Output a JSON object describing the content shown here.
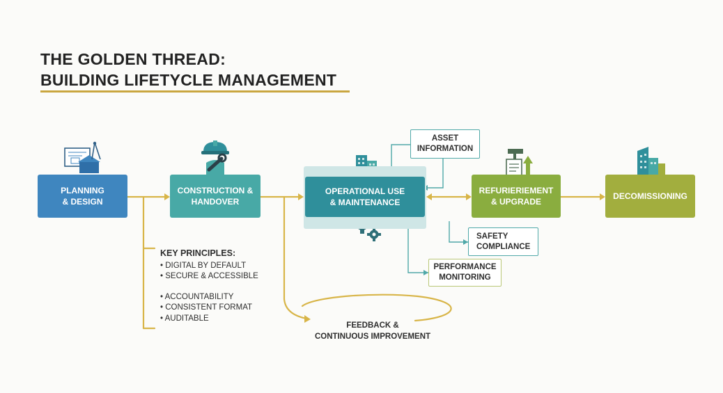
{
  "title": {
    "line1": "THE GOLDEN THREAD:",
    "line2": "BUILDING LIFETYCLE MANAGEMENT"
  },
  "stages": [
    {
      "line1": "PLANNING",
      "line2": "& DESIGN",
      "color": "#3f86bf",
      "icon": "blueprint-drafting-icon"
    },
    {
      "line1": "CONSTRUCTION &",
      "line2": "HANDOVER",
      "color": "#48a9a6",
      "icon": "construction-worker-icon"
    },
    {
      "line1": "OPERATIONAL USE",
      "line2": "& MAINTENANCE",
      "color": "#2f8f9b",
      "icon": "building-icon"
    },
    {
      "line1": "REFURIERIEMENT",
      "line2": "& UPGRADE",
      "color": "#8aad3f",
      "icon": "crane-upgrade-icon"
    },
    {
      "line1": "DECOMISSIONING",
      "line2": "",
      "color": "#a2ae3e",
      "icon": "demolition-building-icon"
    }
  ],
  "callouts": {
    "asset": {
      "line1": "ASSET",
      "line2": "INFORMATION"
    },
    "safety": {
      "line1": "SAFETY",
      "line2": "COMPLIANCE"
    },
    "performance": {
      "line1": "PERFORMANCE",
      "line2": "MONITORING"
    }
  },
  "principles": {
    "heading": "KEY PRINCIPLES:",
    "items": [
      "DIGITAL BY DEFAULT",
      "SECURE & ACCESSIBLE",
      "ACCOUNTABILITY",
      "CONSISTENT FORMAT",
      "AUDITABLE"
    ]
  },
  "feedback": {
    "line1": "FEEDBACK &",
    "line2": "CONTINUOUS IMPROVEMENT"
  },
  "colors": {
    "thread": "#d8b548",
    "connector": "#4fa8a8",
    "accent": "#c9a640"
  }
}
